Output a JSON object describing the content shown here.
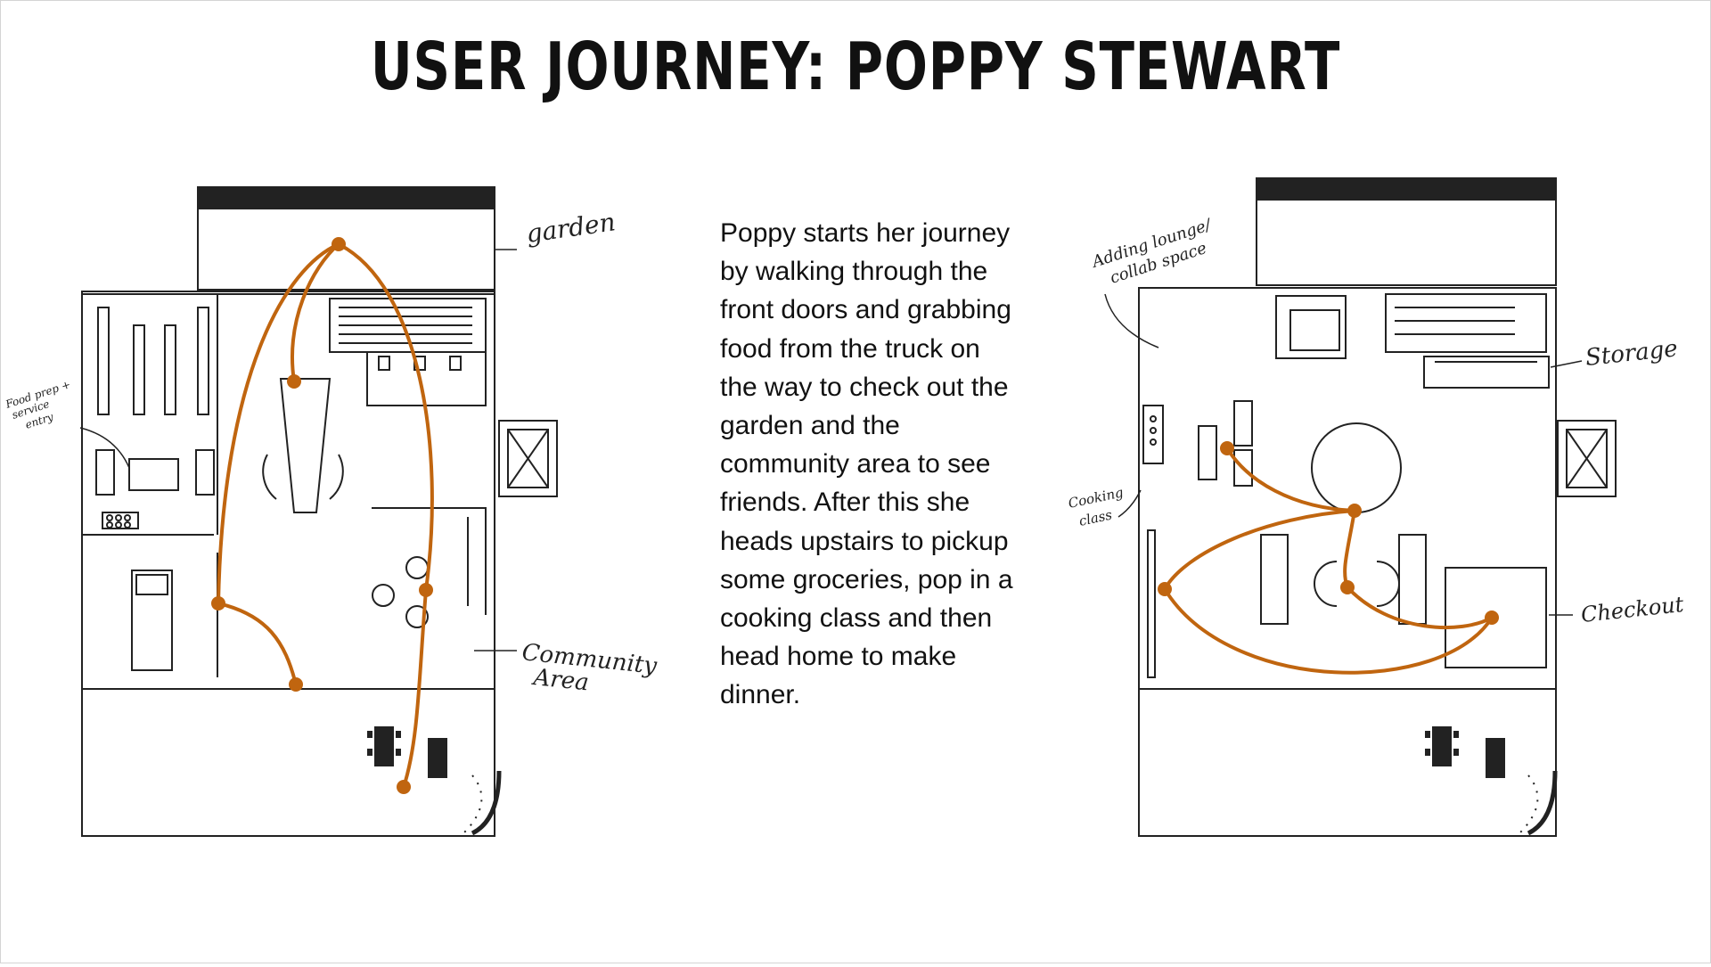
{
  "title": "USER JOURNEY: POPPY STEWART",
  "description": "Poppy starts her journey by walking through the front doors and grabbing food from the truck on the way to check out the garden and the community area to see friends. After this she heads upstairs to pickup some groceries, pop in a cooking class and then head home to make dinner.",
  "left_plan": {
    "labels": {
      "garden": "garden",
      "food_prep_1": "Food prep +",
      "food_prep_2": "service",
      "food_prep_3": "entry",
      "community_1": "Community",
      "community_2": "Area"
    }
  },
  "right_plan": {
    "labels": {
      "lounge_1": "Adding lounge/",
      "lounge_2": "collab space",
      "storage": "Storage",
      "cooking_1": "Cooking",
      "cooking_2": "class",
      "checkout": "Checkout"
    }
  },
  "colors": {
    "path": "#C0650F",
    "ink": "#222222"
  }
}
